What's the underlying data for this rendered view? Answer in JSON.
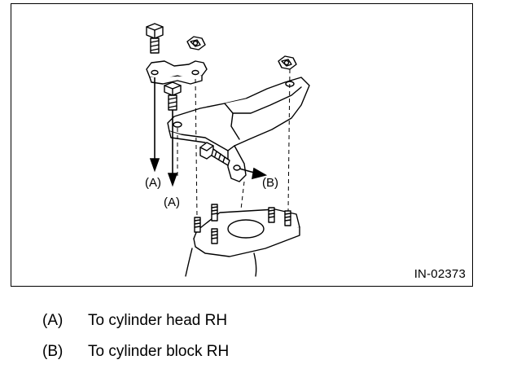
{
  "figure": {
    "id_label": "IN-02373",
    "callouts": {
      "a_upper": "(A)",
      "a_lower": "(A)",
      "b": "(B)"
    }
  },
  "legend": [
    {
      "key": "(A)",
      "text": "To cylinder head RH"
    },
    {
      "key": "(B)",
      "text": "To cylinder block RH"
    }
  ]
}
